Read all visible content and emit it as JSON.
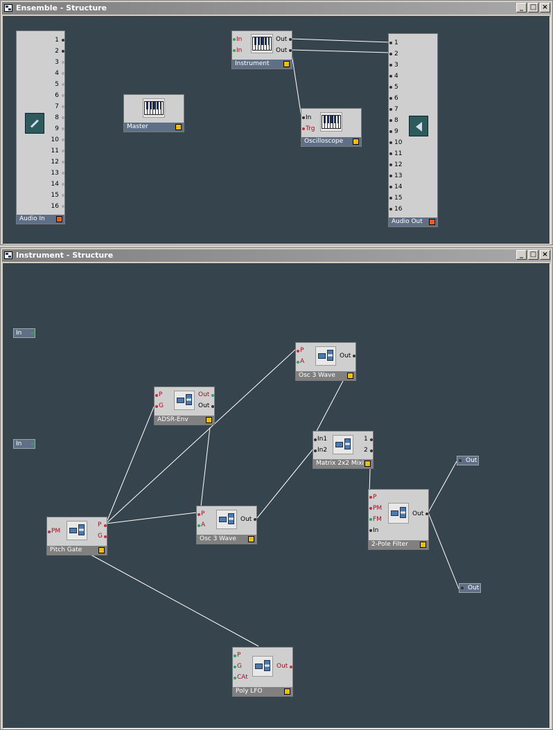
{
  "ensemble_window": {
    "title": "Ensemble - Structure",
    "controls": [
      "_",
      "□",
      "×"
    ],
    "modules": {
      "audio_in": {
        "label": "Audio In",
        "icon": "microphone-icon",
        "ports": [
          "1",
          "2",
          "3",
          "4",
          "5",
          "6",
          "7",
          "8",
          "9",
          "10",
          "11",
          "12",
          "13",
          "14",
          "15",
          "16"
        ]
      },
      "master": {
        "label": "Master",
        "icon": "keyboard-icon"
      },
      "instrument": {
        "label": "Instrument",
        "icon": "keyboard-icon",
        "inputs": [
          "In",
          "In"
        ],
        "outputs": [
          "Out",
          "Out"
        ]
      },
      "oscilloscope": {
        "label": "Oscilloscope",
        "icon": "keyboard-icon",
        "inputs": [
          "In",
          "Trg"
        ]
      },
      "audio_out": {
        "label": "Audio Out",
        "icon": "speaker-icon",
        "ports": [
          "1",
          "2",
          "3",
          "4",
          "5",
          "6",
          "7",
          "8",
          "9",
          "10",
          "11",
          "12",
          "13",
          "14",
          "15",
          "16"
        ]
      }
    }
  },
  "instrument_window": {
    "title": "Instrument - Structure",
    "controls": [
      "_",
      "□",
      "×"
    ],
    "io": {
      "in1": "In",
      "in2": "In",
      "out1": "Out",
      "out2": "Out"
    },
    "modules": {
      "osc_top": {
        "label": "Osc 3 Wave",
        "inputs": [
          "P",
          "A"
        ],
        "outputs": [
          "Out"
        ]
      },
      "adsr": {
        "label": "ADSR-Env",
        "inputs": [
          "P",
          "G"
        ],
        "outputs": [
          "Out",
          "Out"
        ]
      },
      "matrix": {
        "label": "Matrix 2x2 Mixi",
        "inputs": [
          "In1",
          "In2"
        ],
        "outputs": [
          "1",
          "2"
        ]
      },
      "pitch_gate": {
        "label": "Pitch Gate",
        "inputs": [
          "PM"
        ],
        "outputs": [
          "P",
          "G"
        ]
      },
      "osc_mid": {
        "label": "Osc 3 Wave",
        "inputs": [
          "P",
          "A"
        ],
        "outputs": [
          "Out"
        ]
      },
      "filter": {
        "label": "2-Pole Filter",
        "inputs": [
          "P",
          "PM",
          "FM",
          "In"
        ],
        "outputs": [
          "Out"
        ]
      },
      "poly_lfo": {
        "label": "Poly LFO",
        "inputs": [
          "P",
          "G",
          "CAt"
        ],
        "outputs": [
          "Out"
        ]
      }
    }
  },
  "colors": {
    "canvas": "#36454d",
    "label_bar": "#5f6f85",
    "wire": "#ffffff",
    "indicator": "#f0c000"
  }
}
